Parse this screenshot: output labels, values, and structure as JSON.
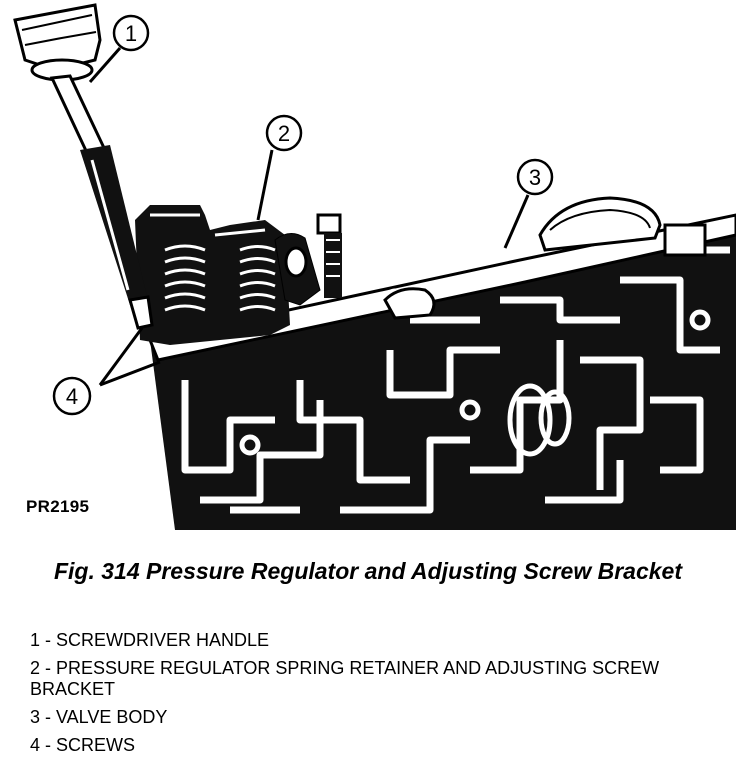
{
  "figure": {
    "id": "PR2195",
    "caption": "Fig. 314 Pressure Regulator and Adjusting Screw Bracket",
    "legend": [
      "1 - SCREWDRIVER HANDLE",
      "2 - PRESSURE REGULATOR SPRING RETAINER AND ADJUSTING SCREW BRACKET",
      "3 - VALVE BODY",
      "4 - SCREWS"
    ],
    "callouts": [
      "1",
      "2",
      "3",
      "4"
    ]
  }
}
